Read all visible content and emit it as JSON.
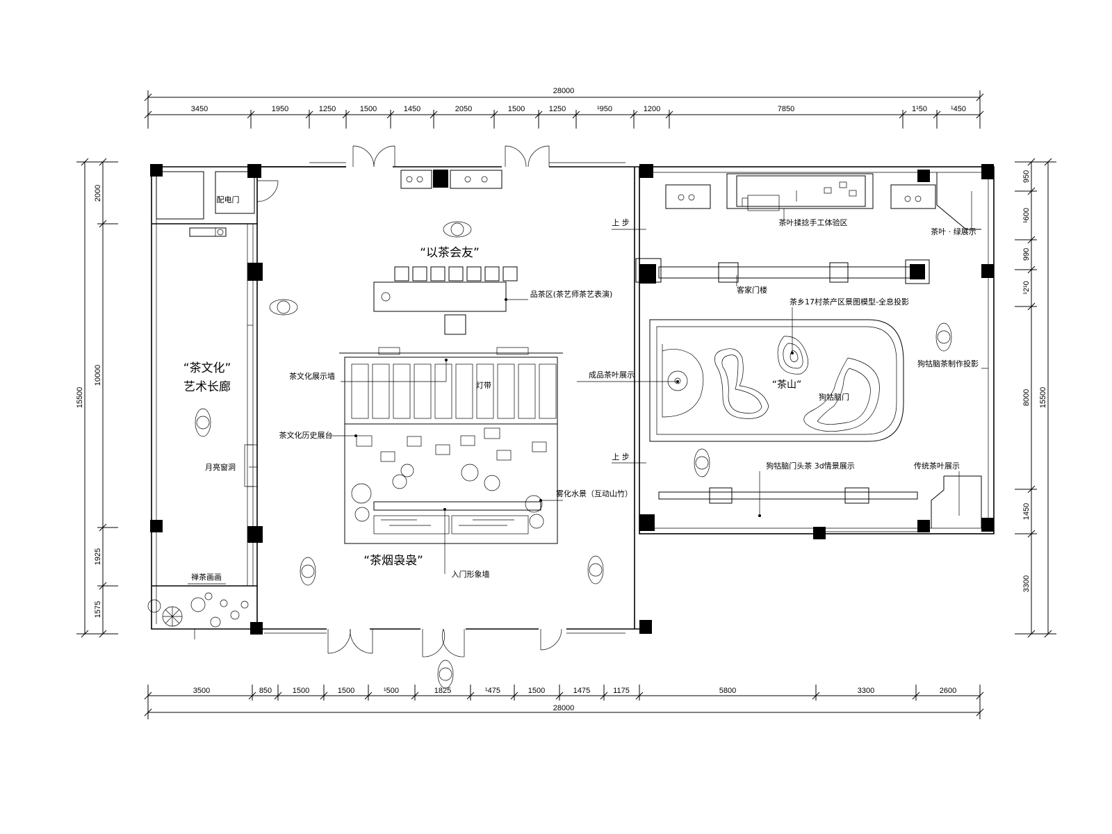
{
  "dimensions": {
    "total_top": "28000",
    "top": [
      "3450",
      "1950",
      "1250",
      "1500",
      "1450",
      "2050",
      "1500",
      "1250",
      "¹950",
      "1200",
      "7850",
      "1¹50",
      "¹450"
    ],
    "total_bottom": "28000",
    "bottom": [
      "3500",
      "850",
      "1500",
      "1500",
      "¹500",
      "1825",
      "¹475",
      "1500",
      "1475",
      "1175",
      "5800",
      "3300",
      "2600"
    ],
    "left_total": "15500",
    "left": [
      "2000",
      "10000",
      "1925",
      "1575"
    ],
    "right_total": "15500",
    "right": [
      "950",
      "¹600",
      "990",
      "¹2¹0",
      "8000",
      "1450",
      "3300"
    ]
  },
  "titles": {
    "gallery_line1": "“茶文化”",
    "gallery_line2": "艺术长廊",
    "friends": "“以茶会友”",
    "smoke": "“茶烟袅袅”",
    "mountain": "“茶山”"
  },
  "labels": {
    "door": "配电门",
    "window_grid": "月亮窗洞",
    "painting": "禅茶画画",
    "tasting": "品茶区(茶艺师茶艺表演)",
    "culture_wall": "茶文化展示墙",
    "lamp": "灯带",
    "history": "茶文化历史展台",
    "fog": "雾化水景（互动山竹）",
    "entrance_wall": "入门形象墙",
    "stair1": "上  步",
    "stair2": "上  步",
    "finished_tea": "成品茶叶展示",
    "experience": "茶叶揉捻手工体验区",
    "tea_show": "茶叶 · 绿展示",
    "rail": "客家门楼",
    "model": "茶乡17村茶产区景图模型-全息投影",
    "craft": "狗牯脑茶制作投影",
    "brand": "狗牯脑门",
    "scene": "狗牯脑门头茶 3d情景展示",
    "history_tea": "传统茶叶展示"
  }
}
